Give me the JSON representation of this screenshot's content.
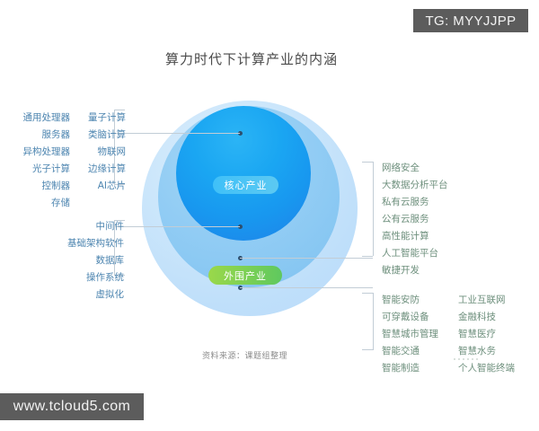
{
  "title": "算力时代下计算产业的内涵",
  "source_note": "资料来源：课题组整理",
  "watermarks": {
    "top_right": "TG: MYYJJPP",
    "bottom_left": "www.tcloud5.com"
  },
  "colors": {
    "inner_circle": "#1aa6f2",
    "middle_circle": "#93cdf4",
    "outer_circle": "#cbe6fb",
    "core_pill": "#3fc0f8",
    "outer_pill": "#7ad055",
    "left_text": "#4d85b0",
    "right_text": "#6d8f7c",
    "watermark_bg": "#5c5c5c"
  },
  "labels": {
    "core": "核心产业",
    "periphery": "外围产业"
  },
  "left_groups": [
    {
      "name": "hardware-computing",
      "column_a": [
        "通用处理器",
        "服务器",
        "异构处理器",
        "光子计算",
        "控制器",
        "存储"
      ],
      "column_b": [
        "量子计算",
        "类脑计算",
        "物联网",
        "边缘计算",
        "AI芯片"
      ]
    },
    {
      "name": "basic-software",
      "column_a": [
        "中间件",
        "基础架构软件",
        "数据库",
        "操作系统",
        "虚拟化"
      ]
    }
  ],
  "right_groups": [
    {
      "name": "platform-services",
      "column_a": [
        "网络安全",
        "大数据分析平台",
        "私有云服务",
        "公有云服务",
        "高性能计算",
        "人工智能平台",
        "敏捷开发"
      ]
    },
    {
      "name": "industry-applications",
      "column_a": [
        "智能安防",
        "可穿戴设备",
        "智慧城市管理",
        "智能交通",
        "智能制造"
      ],
      "column_b": [
        "工业互联网",
        "金融科技",
        "智慧医疗",
        "智慧水务",
        "个人智能终端"
      ]
    }
  ]
}
